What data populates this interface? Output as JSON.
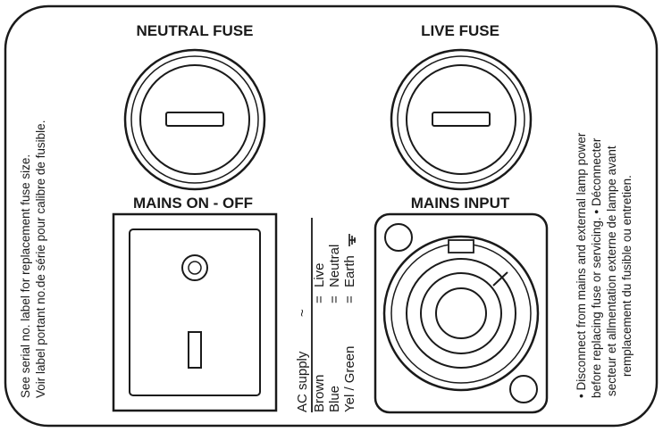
{
  "labels": {
    "neutral_fuse": "NEUTRAL FUSE",
    "live_fuse": "LIVE FUSE",
    "mains_switch": "MAINS ON - OFF",
    "mains_input": "MAINS INPUT"
  },
  "left_note": {
    "line1": "See serial no. label for replacement fuse size.",
    "line2": "Voir label portant no.de série pour calibre de fusible."
  },
  "right_note": {
    "line1": "• Disconnect from mains and external lamp power",
    "line2": "before replacing fuse or servicing. • Déconnecter",
    "line3": "secteur et allmentation externe de lampe avant",
    "line4": "remplacement du fusible ou entretien."
  },
  "ac_supply": {
    "title": "AC supply",
    "symbol": "~",
    "rows": [
      {
        "wire": "Brown",
        "eq": "=",
        "function": "Live"
      },
      {
        "wire": "Blue",
        "eq": "=",
        "function": "Neutral"
      },
      {
        "wire": "Yel / Green",
        "eq": "=",
        "function": "Earth"
      }
    ]
  },
  "colors": {
    "ink": "#1a1a1a",
    "background": "#ffffff"
  },
  "icons": [
    "fuse-holder-icon",
    "rocker-switch-icon",
    "power-connector-icon",
    "earth-symbol-icon"
  ]
}
